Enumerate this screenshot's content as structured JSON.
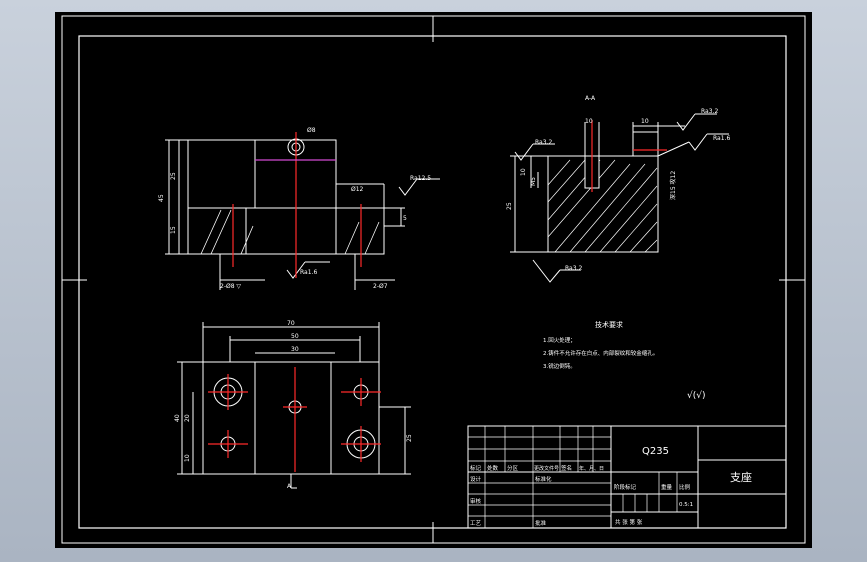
{
  "section_label": "A-A",
  "top_view": {
    "dim_height": "45",
    "dim_upper": "25",
    "dim_lower": "15",
    "dim_hole": "Ø8",
    "rough1": "Ra1.6",
    "rough2": "Ra12.5",
    "hole_left": "2-Ø8 ▽",
    "hole_right": "2-Ø7",
    "dim_depth": "5",
    "dim_small": "Ø12"
  },
  "section_view": {
    "dim_10a": "10",
    "dim_10b": "10",
    "dim_10c": "10",
    "dim_25": "25",
    "dim_m": "M5",
    "note": "深15 攻12",
    "ra_left": "Ra3.2",
    "ra_right1": "Ra3.2",
    "ra_right2": "Ra1.6",
    "ra_bottom": "Ra3.2"
  },
  "plan_view": {
    "dim_70": "70",
    "dim_50": "50",
    "dim_30": "30",
    "dim_40": "40",
    "dim_20": "20",
    "dim_10": "10",
    "dim_25": "25",
    "label_a": "A"
  },
  "tech_requirements": {
    "title": "技术要求",
    "items": [
      "1.回火处理；",
      "2.铸件不允许存在白点、内部裂纹和较金缩孔。",
      "3.锐边倒钝。"
    ]
  },
  "roughness_other": "√(√)",
  "title_block": {
    "material": "Q235",
    "part_name": "支座",
    "header": [
      "标记",
      "处数",
      "分区",
      "更改文件号",
      "签名",
      "年、月、日"
    ],
    "design": "设计",
    "standardize": "标准化",
    "review": "审核",
    "process": "工艺",
    "approve": "批准",
    "stage": "阶段标记",
    "weight": "重量",
    "scale": "比例",
    "scale_value": "0.5:1",
    "sheets": "共  张  第  张"
  }
}
